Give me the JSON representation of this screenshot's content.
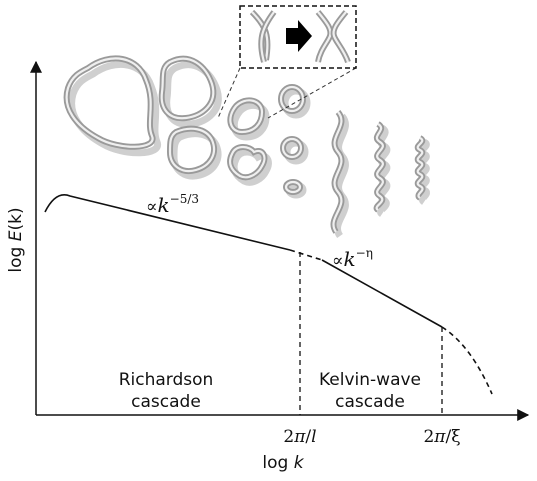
{
  "axes": {
    "y_label_prefix": "log ",
    "y_label_var": "E",
    "y_label_arg": "(k)",
    "x_label_prefix": "log ",
    "x_label_var": "k",
    "x_ticks": [
      {
        "pre": "2",
        "sym": "π",
        "slash": "/",
        "var": "l"
      },
      {
        "pre": "2",
        "sym": "π",
        "slash": "/",
        "var": "ξ"
      }
    ]
  },
  "slopes": {
    "richardson": {
      "prop": "∝",
      "base": "k",
      "exp": "−5/3"
    },
    "kelvin": {
      "prop": "∝",
      "base": "k",
      "exp": "−η"
    }
  },
  "regions": {
    "richardson": [
      "Richardson",
      "cascade"
    ],
    "kelvin": [
      "Kelvin-wave",
      "cascade"
    ]
  },
  "icons": {
    "reconnection_arrow": "right-arrow-icon"
  }
}
